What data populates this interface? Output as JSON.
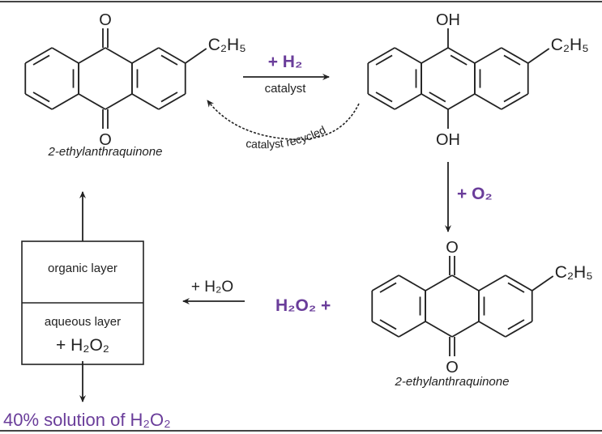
{
  "colors": {
    "accent": "#6a3d9a",
    "ink": "#222222"
  },
  "molecules": {
    "reactant": {
      "top_atom": "O",
      "bottom_atom": "O",
      "substituent": "C₂H₅",
      "label": "2-ethylanthraquinone"
    },
    "hydroquinone": {
      "top_atom": "OH",
      "bottom_atom": "OH",
      "substituent": "C₂H₅"
    },
    "product": {
      "top_atom": "O",
      "bottom_atom": "O",
      "substituent": "C₂H₅",
      "label": "2-ethylanthraquinone"
    }
  },
  "steps": {
    "hydrogenation": {
      "reagent": "+ H₂",
      "condition": "catalyst"
    },
    "recycle": {
      "label": "catalyst recycled"
    },
    "oxidation": {
      "reagent": "+ O₂"
    },
    "extraction": {
      "reagent": "+ H₂O"
    },
    "byproduct": "H₂O₂  +"
  },
  "separator": {
    "top_layer": "organic layer",
    "bottom_layer": "aqueous layer",
    "bottom_layer_content": "+ H₂O₂"
  },
  "output": "40% solution of H₂O₂"
}
